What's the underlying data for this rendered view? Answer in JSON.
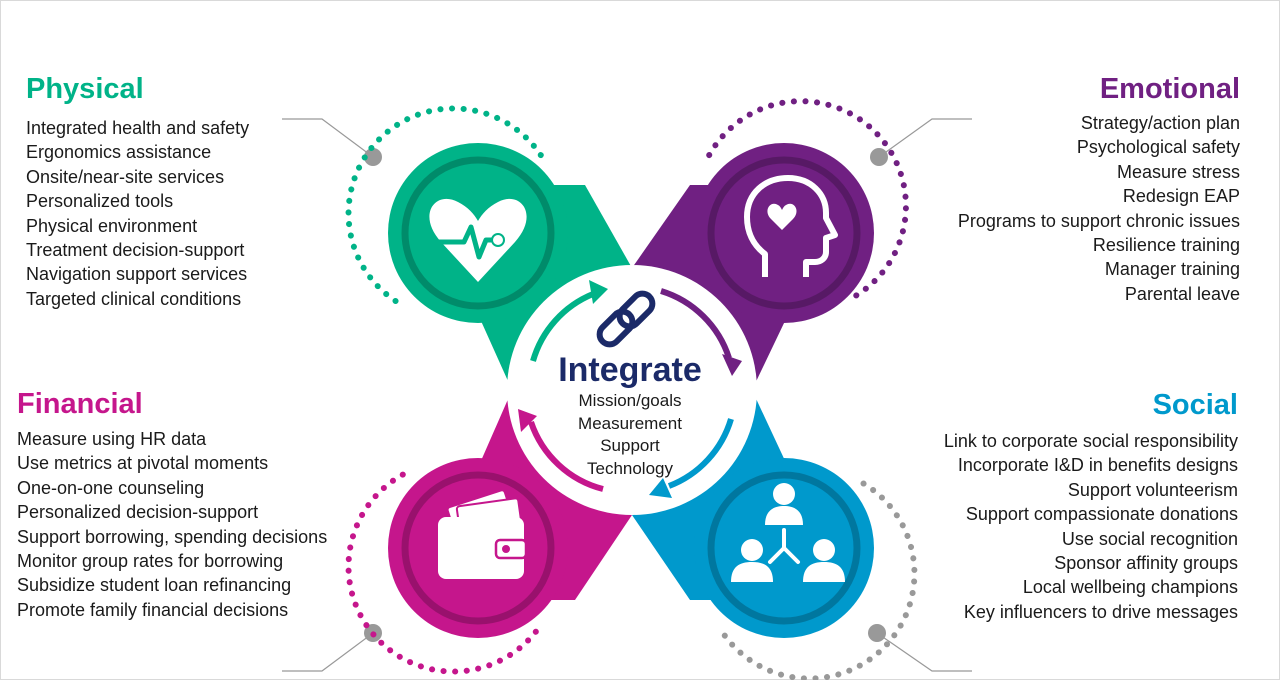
{
  "colors": {
    "physical": "#00b388",
    "emotional": "#702082",
    "financial": "#c5168c",
    "social": "#0099cc",
    "integrate": "#1b2a68",
    "connector_grey": "#999999"
  },
  "center": {
    "title": "Integrate",
    "items": [
      "Mission/goals",
      "Measurement",
      "Support",
      "Technology"
    ],
    "icon": "chain-link-icon"
  },
  "quadrants": {
    "physical": {
      "title": "Physical",
      "icon": "heart-pulse-icon",
      "items": [
        "Integrated health and safety",
        "Ergonomics assistance",
        "Onsite/near-site services",
        "Personalized tools",
        "Physical environment",
        "Treatment decision-support",
        "Navigation support services",
        "Targeted clinical conditions"
      ]
    },
    "emotional": {
      "title": "Emotional",
      "icon": "head-heart-icon",
      "items": [
        "Strategy/action plan",
        "Psychological safety",
        "Measure stress",
        "Redesign EAP",
        "Programs to support chronic issues",
        "Resilience training",
        "Manager training",
        "Parental leave"
      ]
    },
    "financial": {
      "title": "Financial",
      "icon": "wallet-icon",
      "items": [
        "Measure using HR data",
        "Use metrics at pivotal moments",
        "One-on-one counseling",
        "Personalized decision-support",
        "Support borrowing, spending decisions",
        "Monitor group rates for borrowing",
        "Subsidize student loan refinancing",
        "Promote family financial decisions"
      ]
    },
    "social": {
      "title": "Social",
      "icon": "people-network-icon",
      "items": [
        "Link to corporate social responsibility",
        "Incorporate I&D in benefits designs",
        "Support volunteerism",
        "Support compassionate donations",
        "Use social recognition",
        "Sponsor affinity groups",
        "Local wellbeing champions",
        "Key influencers to drive messages"
      ]
    }
  }
}
